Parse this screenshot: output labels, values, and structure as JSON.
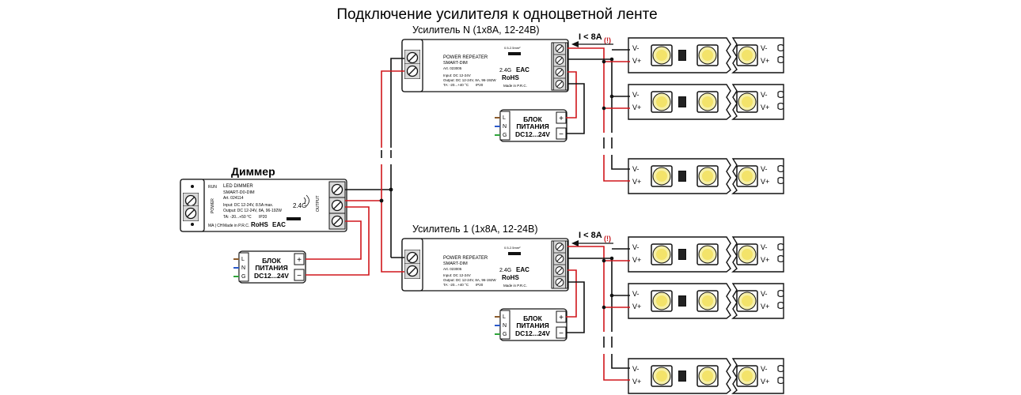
{
  "title": "Подключение усилителя к одноцветной ленте",
  "dimmer": {
    "label": "Диммер",
    "name": "LED DIMMER",
    "model": "SMART-D0-DIM",
    "art": "Art. 024114",
    "input": "Input: DC 12-24V, 8.5A max.",
    "output": "Output: DC 12-24V, 8A, 96-192W",
    "temp": "TA: -20...+50 °C",
    "ip": "IP20",
    "made_in": "Made in P.R.C.",
    "rohs": "RoHS",
    "eac": "EAC",
    "freq": "2.4G",
    "run": "RUN",
    "mode": "MA | CH",
    "power_side": "POWER",
    "output_side": "OUTPUT"
  },
  "amplifiers": [
    {
      "label": "Усилитель N (1x8A, 12-24В)",
      "name": "POWER REPEATER",
      "model": "SMART-DIM",
      "art": "Art. 023005",
      "input": "Input: DC 12-24V",
      "output": "Output: DC 12-24V, 8A, 96-192W",
      "temp": "TA: -20...+40 °C",
      "ip": "IP20",
      "made_in": "Made in P.R.C.",
      "rohs": "RoHS",
      "eac": "EAC",
      "freq": "2.4G",
      "wire": "0.5-2.5mm²",
      "current_label": "I < 8A",
      "warning": "(!)"
    },
    {
      "label": "Усилитель 1 (1x8A, 12-24В)",
      "name": "POWER REPEATER",
      "model": "SMART-DIM",
      "art": "Art. 023005",
      "input": "Input: DC 12-24V",
      "output": "Output: DC 12-24V, 8A, 96-192W",
      "temp": "TA: -20...+40 °C",
      "ip": "IP20",
      "made_in": "Made in P.R.C.",
      "rohs": "RoHS",
      "eac": "EAC",
      "freq": "2.4G",
      "wire": "0.5-2.5mm²",
      "current_label": "I < 8A",
      "warning": "(!)"
    }
  ],
  "psu": {
    "line1": "БЛОК",
    "line2": "ПИТАНИЯ",
    "line3": "DC12...24V",
    "terminals": [
      "L",
      "N",
      "G"
    ],
    "plus": "+",
    "minus": "−"
  },
  "strip": {
    "vminus": "V-",
    "vplus": "V+"
  },
  "colors": {
    "red": "#d0161b",
    "black": "#111111",
    "warning": "#c4161c",
    "led_fill": "#f6f0a8",
    "led_center": "#f3e36a",
    "terminal_bg": "#d9d9d9",
    "wire_l": "#8a5a2b",
    "wire_n": "#2a58c8",
    "wire_g": "#2ea33a"
  }
}
